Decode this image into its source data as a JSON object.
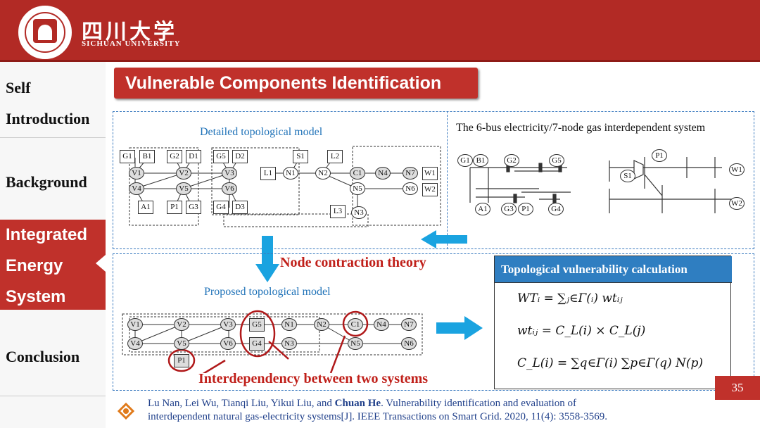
{
  "university": {
    "name_cn": "四川大学",
    "name_en": "SICHUAN UNIVERSITY"
  },
  "sidebar": {
    "items": [
      {
        "label_line1": "Self",
        "label_line2": "Introduction"
      },
      {
        "label": "Background"
      },
      {
        "label_line1": "Integrated",
        "label_line2": "Energy",
        "label_line3": "System",
        "active": true
      },
      {
        "label": "Conclusion"
      }
    ]
  },
  "slide": {
    "title": "Vulnerable Components Identification",
    "detailed_label": "Detailed topological model",
    "system_label": "The 6-bus electricity/7-node  gas interdependent  system",
    "proposed_label": "Proposed topological model",
    "contraction_label": "Node contraction theory",
    "interdependency_label": "Interdependency between two systems",
    "page_number": "35"
  },
  "formula": {
    "header": "Topological vulnerability calculation",
    "f1": "WTᵢ = ∑ⱼ∈Γ(ᵢ) wtᵢⱼ",
    "f2": "wtᵢⱼ = C_L(i) × C_L(j)",
    "f3": "C_L(i) = ∑q∈Γ(i) ∑p∈Γ(q) N(p)"
  },
  "reference": {
    "authors_pre": "Lu Nan, Lei Wu, Tianqi Liu, Yikui Liu, and ",
    "author_bold": "Chuan  He",
    "rest_line1": ". Vulnerability  identification and evaluation of",
    "line2": "interdependent natural gas-electricity systems[J]. IEEE Transactions on Smart Grid. 2020, 11(4): 3558-3569."
  },
  "colors": {
    "accent_red": "#c0312b",
    "accent_blue": "#2f7ec1",
    "arrow_blue": "#1aa3e0"
  }
}
